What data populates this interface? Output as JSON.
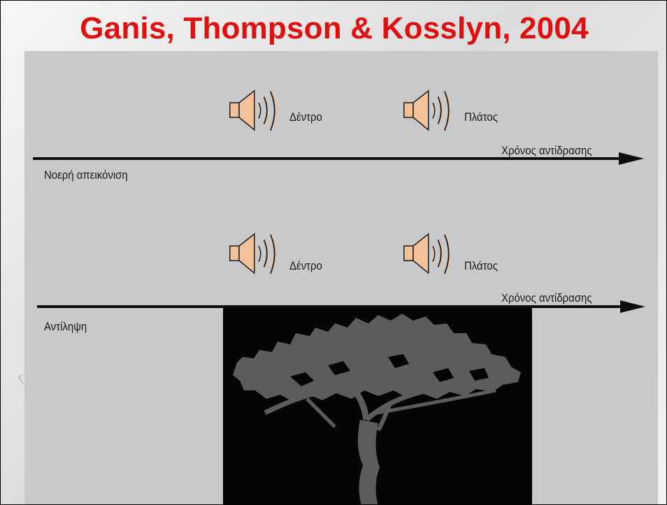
{
  "slide": {
    "title": "Ganis, Thompson & Kosslyn, 2004"
  },
  "colors": {
    "title": "#e01010",
    "figure_background": "#c8c9ca",
    "speaker_fill": "#f2c199",
    "axis": "#0d0d0d",
    "stimulus_panel": "#050505",
    "tree": "#5c5c5c"
  },
  "icons": {
    "speaker": "speaker-icon",
    "tree": "tree-silhouette"
  },
  "conditions": [
    {
      "name": "Νοερή απεικόνιση",
      "axis_label": "Χρόνος αντίδρασης",
      "cues": [
        "Δέντρο",
        "Πλάτος"
      ]
    },
    {
      "name": "Αντίληψη",
      "axis_label": "Χρόνος αντίδρασης",
      "cues": [
        "Δέντρο",
        "Πλάτος"
      ]
    }
  ]
}
